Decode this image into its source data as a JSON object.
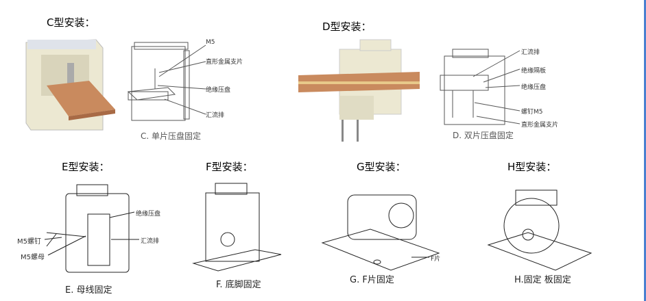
{
  "sections": {
    "c": {
      "title": "C型安装：",
      "caption": "C. 单片压盘固定",
      "labels": [
        "M5",
        "直形金属支片",
        "绝缘压盘",
        "汇流排"
      ]
    },
    "d": {
      "title": "D型安装：",
      "caption": "D. 双片压盘固定",
      "labels": [
        "汇流排",
        "绝缘隔板",
        "绝缘压盘",
        "螺钉M5",
        "直形金属支片"
      ]
    },
    "e": {
      "title": "E型安装：",
      "caption": "E. 母线固定",
      "labels": [
        "绝缘压盘",
        "汇流排",
        "M5螺钉",
        "M5螺母"
      ]
    },
    "f": {
      "title": "F型安装：",
      "caption": "F. 底脚固定"
    },
    "g": {
      "title": "G型安装：",
      "caption": "G.  F片固定",
      "labels": [
        "F片"
      ]
    },
    "h": {
      "title": "H型安装：",
      "caption": "H.固定 板固定"
    }
  },
  "colors": {
    "copper": "#c98a5e",
    "housing": "#ece8d2",
    "line": "#222222"
  }
}
